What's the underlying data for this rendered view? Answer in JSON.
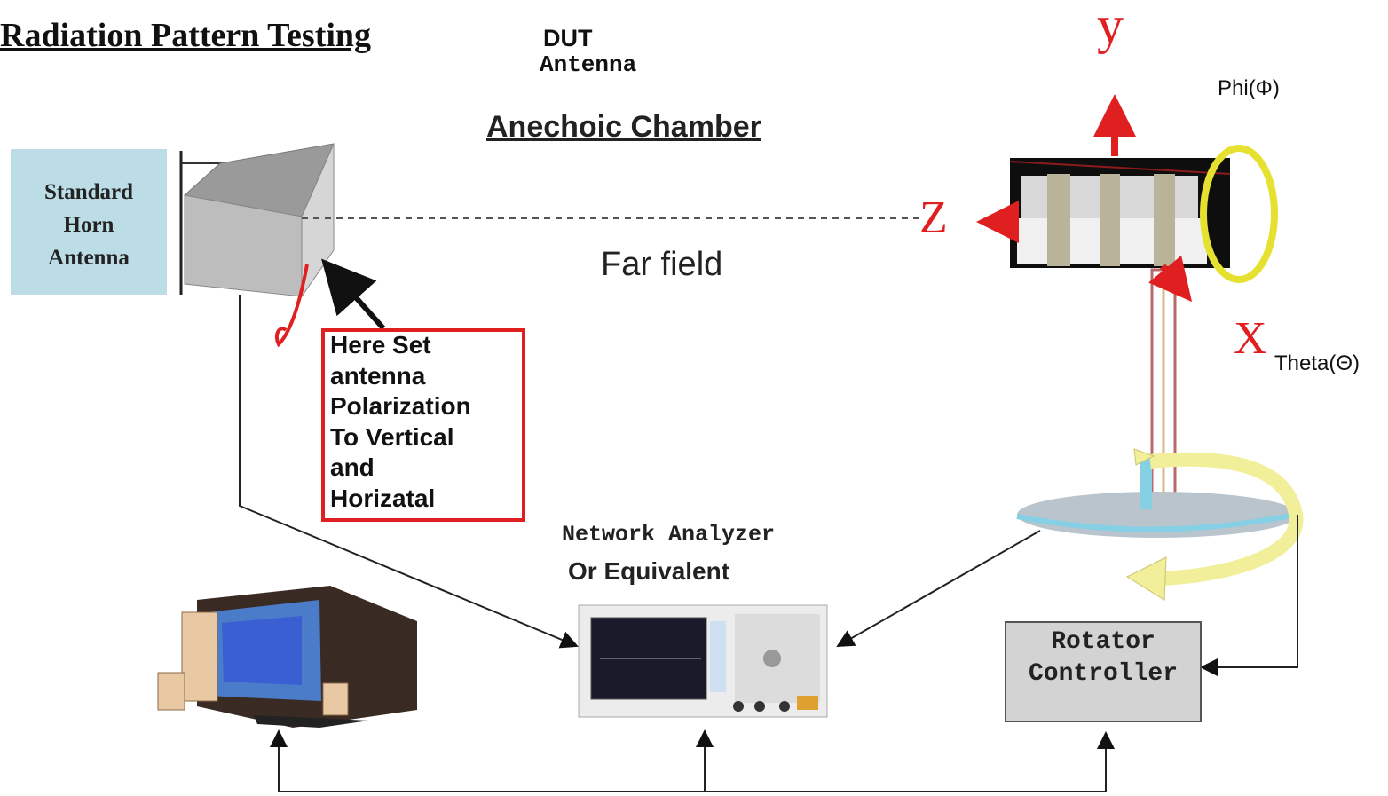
{
  "title": "Radiation Pattern Testing",
  "dut": {
    "line1": "DUT",
    "line2": "Antenna"
  },
  "chamber_label": "Anechoic Chamber",
  "far_field_label": "Far field",
  "horn_label": [
    "Standard",
    "Horn",
    "Antenna"
  ],
  "polarization_note": [
    "Here Set",
    "antenna",
    "Polarization",
    "To Vertical",
    "and",
    "Horizatal"
  ],
  "network_analyzer": {
    "line1": "Network Analyzer",
    "line2": "Or Equivalent"
  },
  "rotator_label": [
    "Rotator",
    "Controller"
  ],
  "axes": {
    "y": "y",
    "z": "Z",
    "x": "X"
  },
  "angles": {
    "phi": "Phi(Φ)",
    "theta": "Theta(Θ)"
  },
  "colors": {
    "accent_red": "#e02020",
    "yellow_arrow": "#f2ef9a",
    "horn_box": "#bcdde6",
    "ring_yellow": "#e6e030"
  }
}
